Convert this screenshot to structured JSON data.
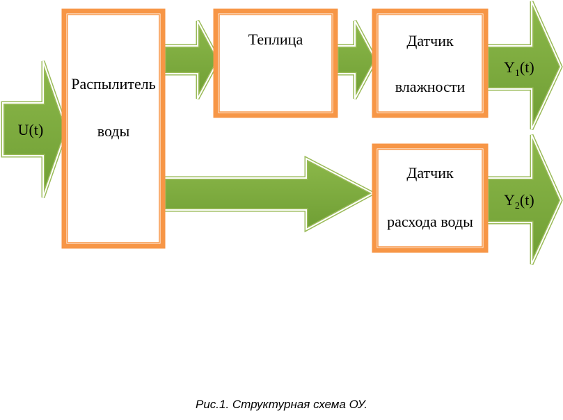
{
  "colors": {
    "box_border": "#f79646",
    "arrow_fill": "#77a73a",
    "arrow_outline": "#9bbb59",
    "arrow_inner_border": "#ffffff"
  },
  "blocks": {
    "sprayer": {
      "line1": "Распылитель",
      "line2": "воды"
    },
    "greenhouse": {
      "label": "Теплица"
    },
    "humidity_sensor": {
      "line1": "Датчик",
      "line2": "влажности"
    },
    "flow_sensor": {
      "line1": "Датчик",
      "line2": "расхода воды"
    }
  },
  "signals": {
    "input": {
      "label": "U(t)"
    },
    "output1": {
      "base": "Y",
      "sub": "1",
      "tail": "(t)"
    },
    "output2": {
      "base": "Y",
      "sub": "2",
      "tail": "(t)"
    }
  },
  "caption": "Рис.1. Структурная схема ОУ."
}
